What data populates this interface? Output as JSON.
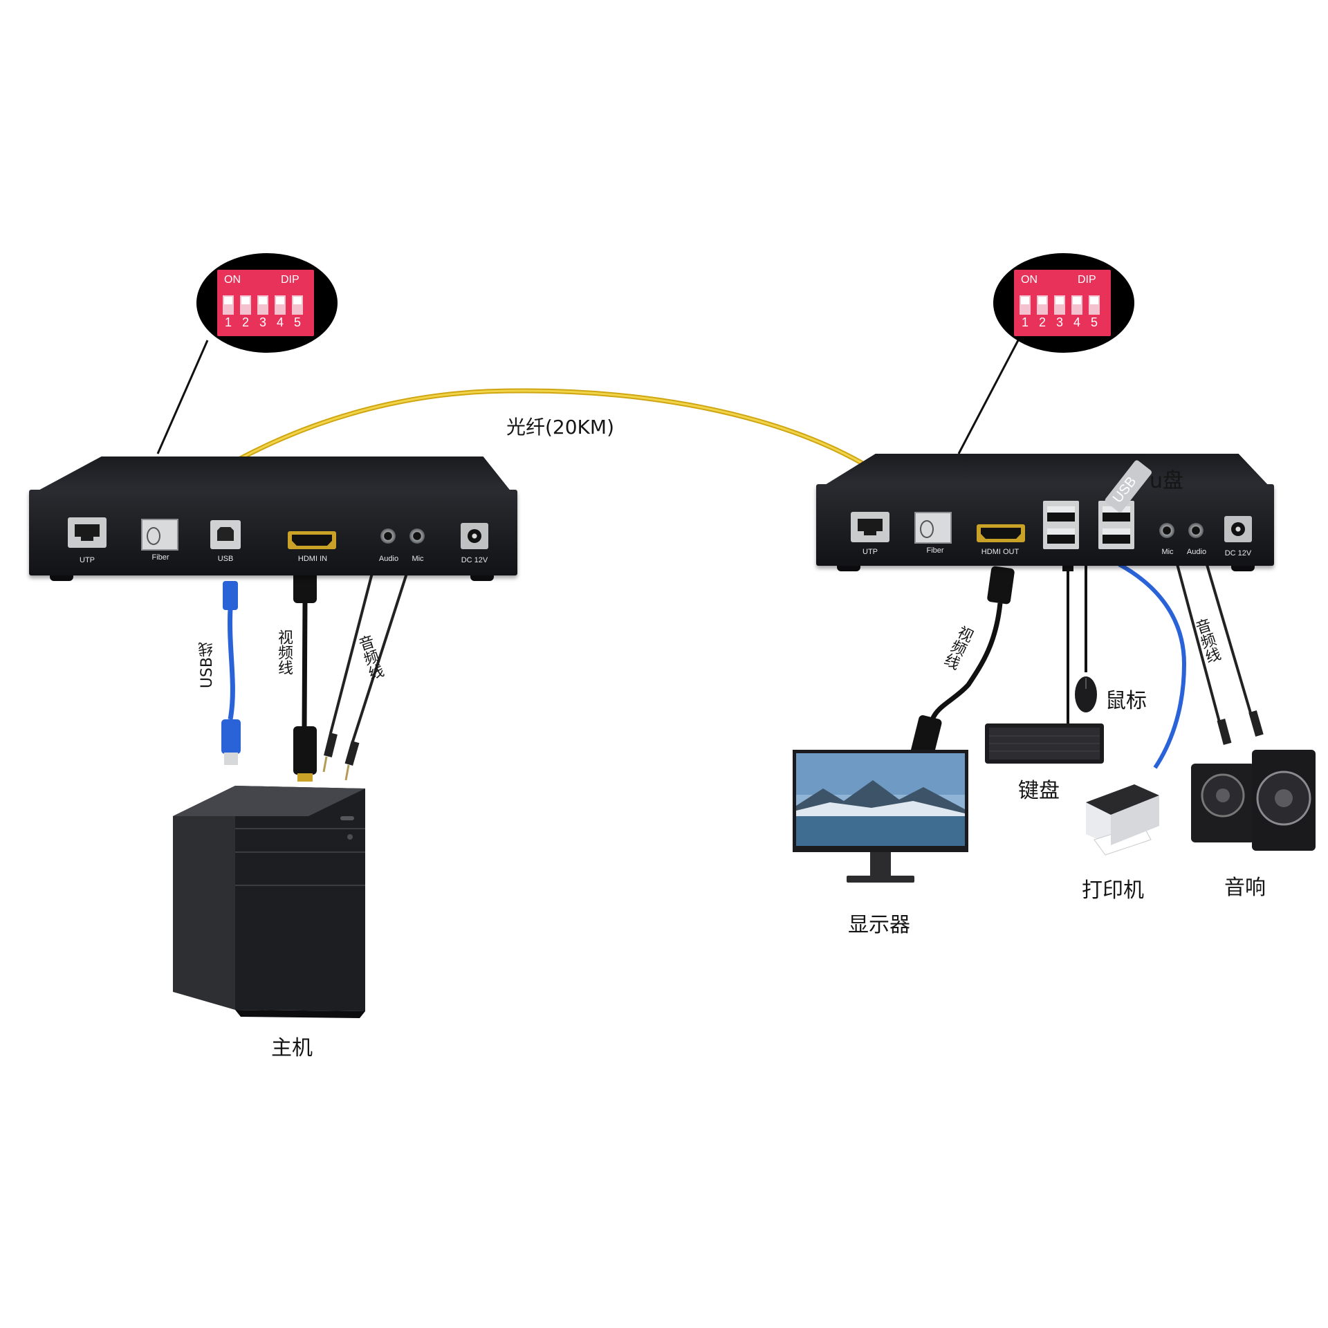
{
  "fiber_label": "光纤(20KM)",
  "dip": {
    "on_label": "ON",
    "dip_label": "DIP",
    "switch_numbers": [
      "1",
      "2",
      "3",
      "4",
      "5"
    ]
  },
  "transmitter": {
    "ports": {
      "utp": "UTP",
      "fiber": "Fiber",
      "usb": "USB",
      "hdmi": "HDMI IN",
      "audio": "Audio",
      "mic": "Mic",
      "dc": "DC 12V"
    },
    "cables": {
      "usb": "USB线",
      "video": "视频线",
      "audio": "音频线"
    },
    "host_label": "主机"
  },
  "receiver": {
    "ports": {
      "utp": "UTP",
      "fiber": "Fiber",
      "hdmi": "HDMI OUT",
      "mic": "Mic",
      "audio": "Audio",
      "dc": "DC 12V"
    },
    "cables": {
      "video": "视频线",
      "audio": "音频线"
    },
    "usb_drive": {
      "label": "u盘",
      "text": "USB"
    },
    "devices": {
      "monitor": "显示器",
      "keyboard": "键盘",
      "mouse": "鼠标",
      "printer": "打印机",
      "speakers": "音响"
    }
  },
  "colors": {
    "fiber_cable": "#e6c229",
    "usb_cable": "#1f5fd6",
    "dip_switch": "#e8325a",
    "enclosure": "#1c1d21"
  }
}
